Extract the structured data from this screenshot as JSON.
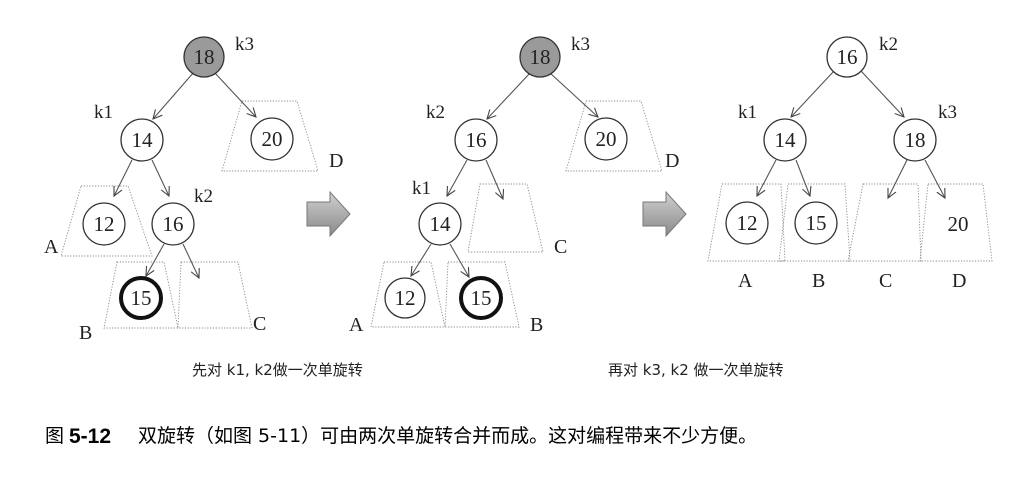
{
  "diagram1": {
    "nodes": {
      "n18": "18",
      "n14": "14",
      "n20": "20",
      "n12": "12",
      "n16": "16",
      "n15": "15"
    },
    "labels": {
      "k3": "k3",
      "k1": "k1",
      "k2": "k2"
    },
    "subtrees": {
      "a": "A",
      "b": "B",
      "c": "C",
      "d": "D"
    }
  },
  "diagram2": {
    "nodes": {
      "n18": "18",
      "n16": "16",
      "n20": "20",
      "n14": "14",
      "n12": "12",
      "n15": "15"
    },
    "labels": {
      "k3": "k3",
      "k2": "k2",
      "k1": "k1"
    },
    "subtrees": {
      "a": "A",
      "b": "B",
      "c": "C",
      "d": "D"
    }
  },
  "diagram3": {
    "nodes": {
      "n16": "16",
      "n14": "14",
      "n18": "18",
      "n12": "12",
      "n15": "15",
      "n20": "20"
    },
    "labels": {
      "k2": "k2",
      "k1": "k1",
      "k3": "k3"
    },
    "subtrees": {
      "a": "A",
      "b": "B",
      "c": "C",
      "d": "D"
    }
  },
  "captions": {
    "step1": "先对 k1, k2做一次单旋转",
    "step2": "再对 k3, k2 做一次单旋转"
  },
  "figure": {
    "prefix": "图",
    "number": "5-12",
    "text": "双旋转（如图 5-11）可由两次单旋转合并而成。这对编程带来不少方便。"
  },
  "colors": {
    "highlight_node": "#9a9a9a",
    "arrow": "#a8a8a8"
  }
}
